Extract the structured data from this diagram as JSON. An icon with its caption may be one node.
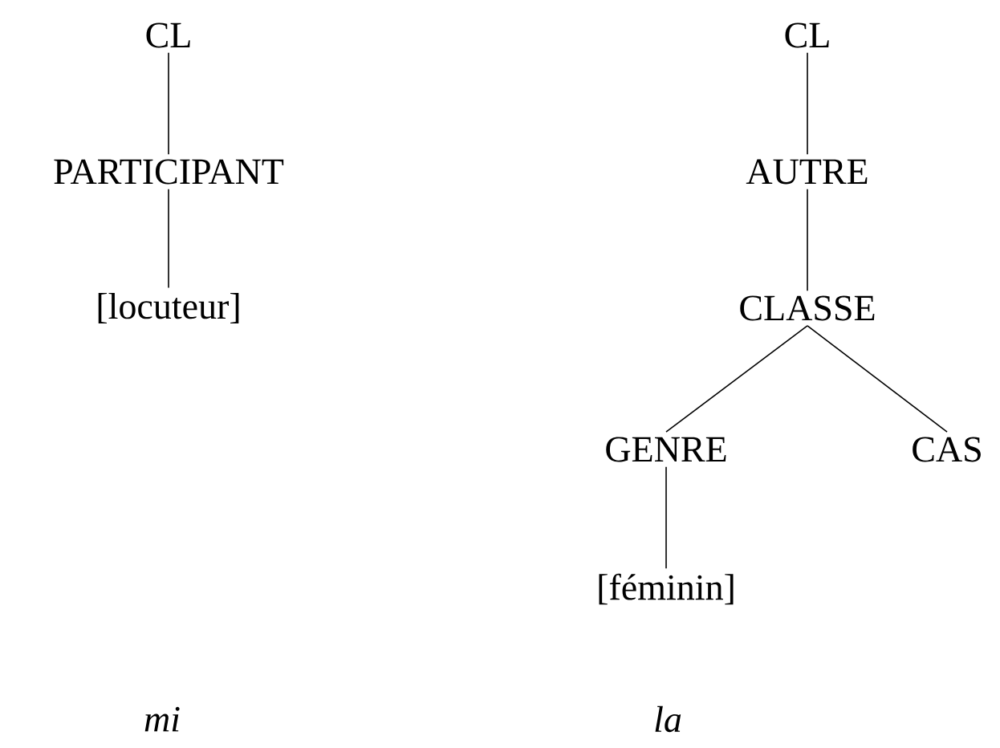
{
  "diagram": {
    "nodes": [
      {
        "text": [
          "CL"
        ]
      },
      {
        "text": [
          "PARTICIPANT"
        ]
      },
      {
        "text": [
          "[locuteur]"
        ]
      },
      {
        "text": [
          "CL"
        ]
      },
      {
        "text": [
          "AUTRE"
        ]
      },
      {
        "text": [
          "CLASSE"
        ]
      },
      {
        "text": [
          "GENRE"
        ]
      },
      {
        "text": [
          "CAS"
        ]
      },
      {
        "text": [
          "[féminin]"
        ]
      }
    ],
    "edges": [
      {
        "from": 0,
        "to": 1,
        "arrow": "none"
      },
      {
        "from": 1,
        "to": 2,
        "arrow": "none"
      },
      {
        "from": 3,
        "to": 4,
        "arrow": "none"
      },
      {
        "from": 4,
        "to": 5,
        "arrow": "none"
      },
      {
        "from": 5,
        "to": 6,
        "arrow": "none"
      },
      {
        "from": 5,
        "to": 7,
        "arrow": "none"
      },
      {
        "from": 6,
        "to": 8,
        "arrow": "none"
      }
    ],
    "labels": [
      "mi",
      "la"
    ]
  }
}
